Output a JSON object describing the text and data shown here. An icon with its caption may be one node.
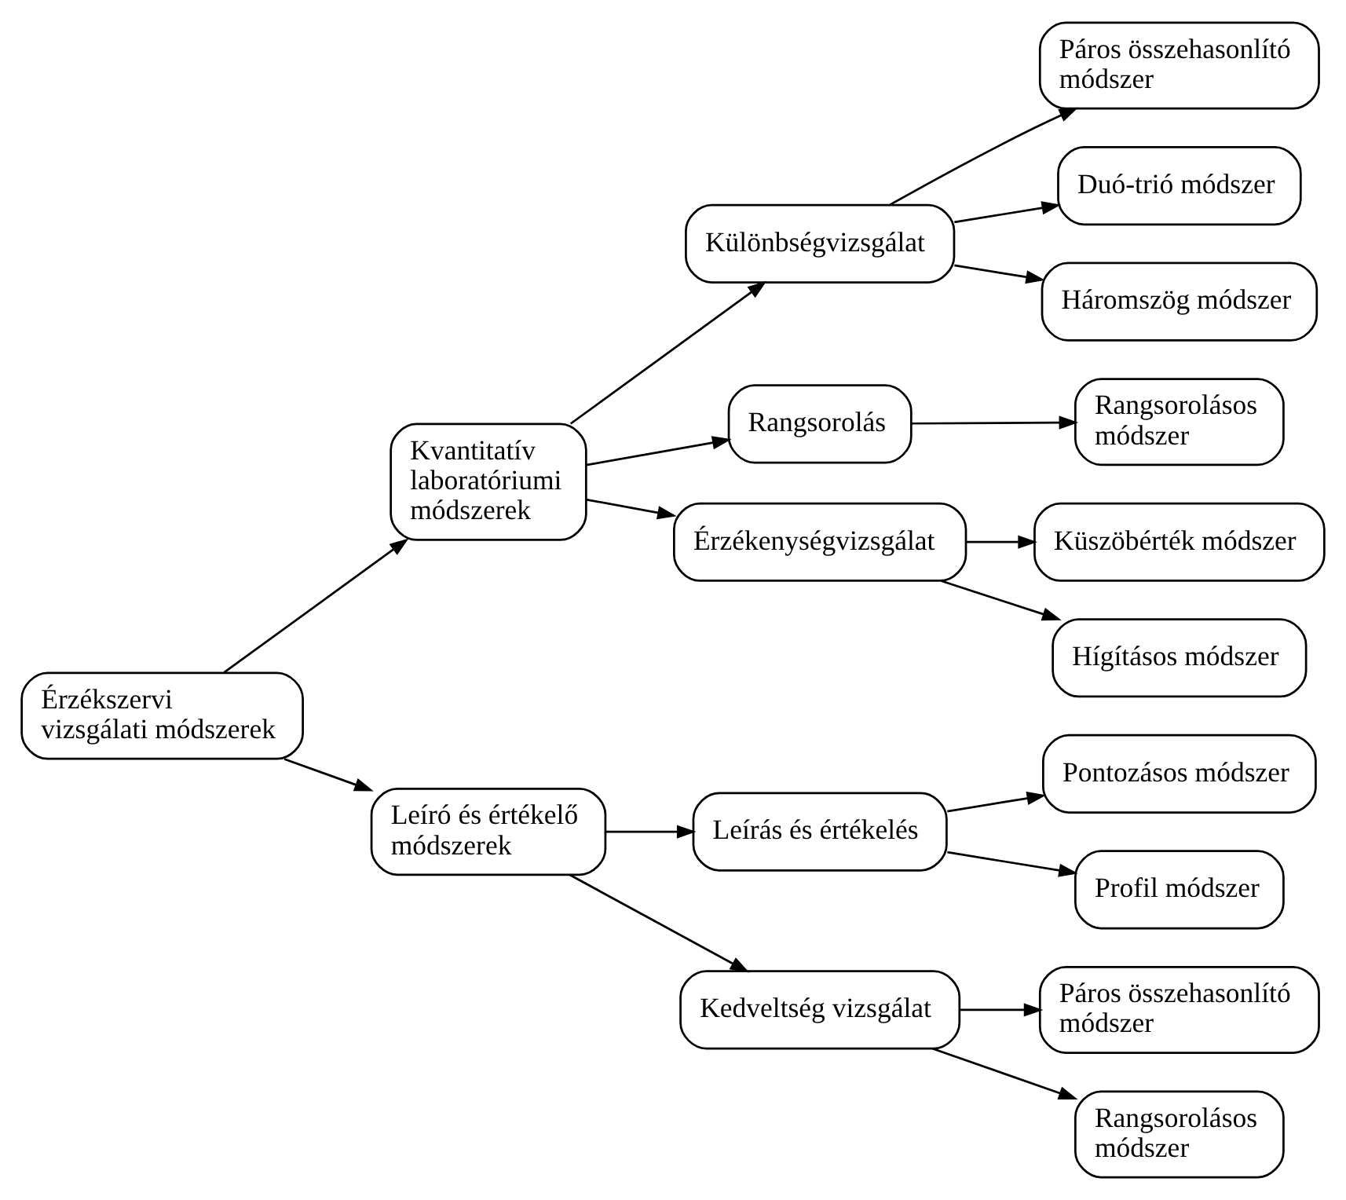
{
  "diagram": {
    "nodes": [
      {
        "text": [
          "Érzékszervi vizsgálati módszerek"
        ]
      },
      {
        "text": [
          "Kvantitatív laboratóriumi módszerek"
        ]
      },
      {
        "text": [
          "Leíró és értékelő módszerek"
        ]
      },
      {
        "text": [
          "Különbségvizsgálat"
        ]
      },
      {
        "text": [
          "Rangsorolás"
        ]
      },
      {
        "text": [
          "Érzékenységvizsgálat"
        ]
      },
      {
        "text": [
          "Páros összehasonlító módszer"
        ]
      },
      {
        "text": [
          "Duó-trió módszer"
        ]
      },
      {
        "text": [
          "Háromszög módszer"
        ]
      },
      {
        "text": [
          "Rangsorolásos módszer"
        ]
      },
      {
        "text": [
          "Küszöbérték módszer"
        ]
      },
      {
        "text": [
          "Hígításos módszer"
        ]
      },
      {
        "text": [
          "Leírás és értékelés"
        ]
      },
      {
        "text": [
          "Kedveltség vizsgálat"
        ]
      },
      {
        "text": [
          "Pontozásos módszer"
        ]
      },
      {
        "text": [
          "Profil módszer"
        ]
      },
      {
        "text": [
          "Páros összehasonlító módszer"
        ]
      },
      {
        "text": [
          "Rangsorolásos módszer"
        ]
      }
    ],
    "edges": [
      {
        "from": 0,
        "to": 1,
        "arrow": "to"
      },
      {
        "from": 0,
        "to": 2,
        "arrow": "to"
      },
      {
        "from": 1,
        "to": 3,
        "arrow": "to"
      },
      {
        "from": 1,
        "to": 4,
        "arrow": "to"
      },
      {
        "from": 1,
        "to": 5,
        "arrow": "to"
      },
      {
        "from": 3,
        "to": 6,
        "arrow": "to"
      },
      {
        "from": 3,
        "to": 7,
        "arrow": "to"
      },
      {
        "from": 3,
        "to": 8,
        "arrow": "to"
      },
      {
        "from": 4,
        "to": 9,
        "arrow": "to"
      },
      {
        "from": 5,
        "to": 10,
        "arrow": "to"
      },
      {
        "from": 5,
        "to": 11,
        "arrow": "to"
      },
      {
        "from": 2,
        "to": 12,
        "arrow": "to"
      },
      {
        "from": 2,
        "to": 13,
        "arrow": "to"
      },
      {
        "from": 12,
        "to": 14,
        "arrow": "to"
      },
      {
        "from": 12,
        "to": 15,
        "arrow": "to"
      },
      {
        "from": 13,
        "to": 16,
        "arrow": "to"
      },
      {
        "from": 13,
        "to": 17,
        "arrow": "to"
      }
    ]
  }
}
